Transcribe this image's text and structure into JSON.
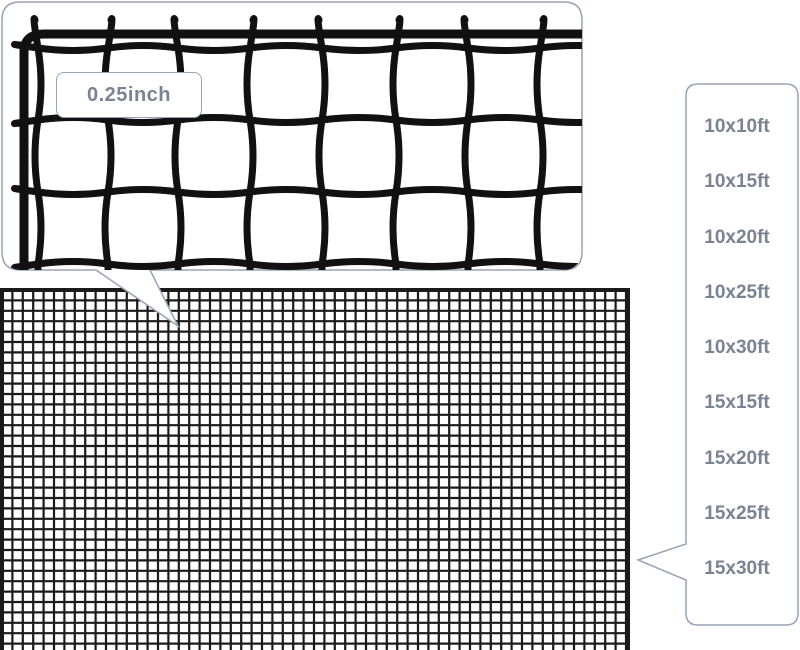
{
  "mesh_size_label": "0.25inch",
  "sizes": [
    "10x10ft",
    "10x15ft",
    "10x20ft",
    "10x25ft",
    "10x30ft",
    "15x15ft",
    "15x20ft",
    "15x25ft",
    "15x30ft"
  ],
  "colors": {
    "net": "#1a1a1a",
    "callout_border": "#98a3b5",
    "label_text": "#7a8394",
    "background": "#ffffff"
  }
}
